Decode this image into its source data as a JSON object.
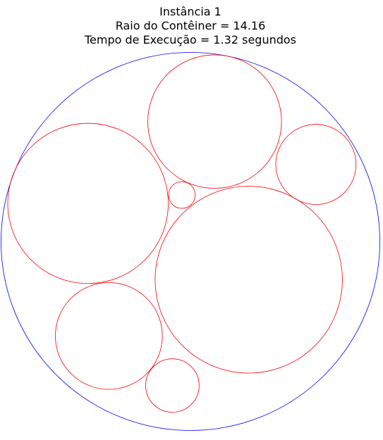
{
  "figure": {
    "title_lines": [
      "Instância 1",
      "Raio do Contêiner = 14.16",
      "Tempo de Execução = 1.32 segundos"
    ]
  },
  "colors": {
    "container": "#0000ff",
    "circles": "#ff0000",
    "text": "#000000",
    "background": "#ffffff"
  },
  "packing": {
    "instance": 1,
    "container_radius": 14.16,
    "container_center": [
      0,
      0
    ],
    "circles": [
      {
        "cx": -7.66,
        "cy": 2.85,
        "r": 6.0
      },
      {
        "cx": 4.36,
        "cy": -2.86,
        "r": 7.0
      },
      {
        "cx": 1.81,
        "cy": 8.98,
        "r": 5.0
      },
      {
        "cx": 9.38,
        "cy": 5.77,
        "r": 3.0
      },
      {
        "cx": -6.1,
        "cy": -7.08,
        "r": 4.0
      },
      {
        "cx": -1.35,
        "cy": -10.79,
        "r": 2.0
      },
      {
        "cx": -0.64,
        "cy": 3.48,
        "r": 1.0
      }
    ]
  }
}
